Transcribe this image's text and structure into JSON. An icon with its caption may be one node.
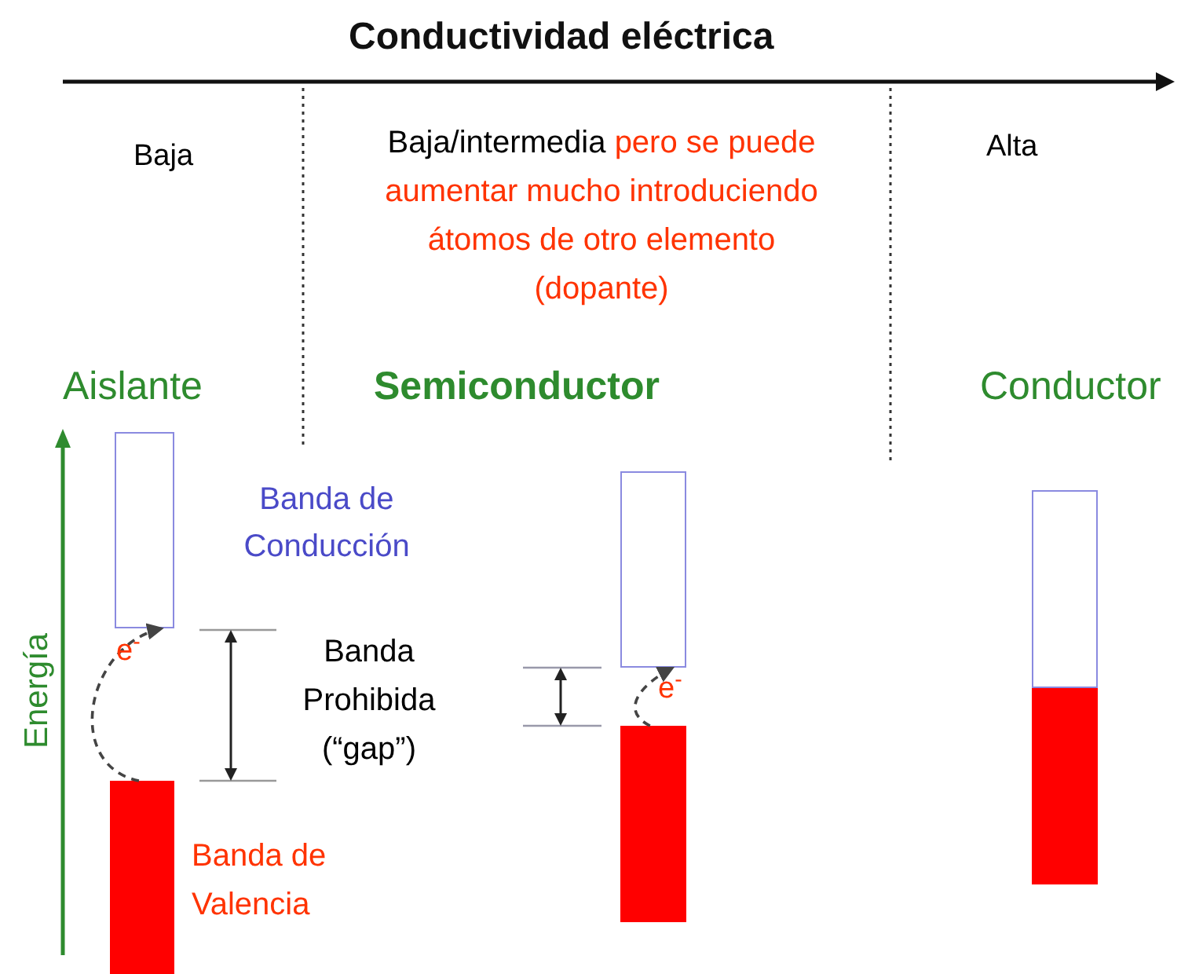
{
  "diagram": {
    "title": "Conductividad eléctrica",
    "nodes": [
      {
        "text": [],
        "shape": "box"
      },
      {
        "text": [],
        "shape": "bar"
      },
      {
        "text": [],
        "shape": "box"
      },
      {
        "text": [],
        "shape": "bar"
      },
      {
        "text": [],
        "shape": "box"
      },
      {
        "text": [],
        "shape": "bar"
      }
    ],
    "edges": [
      {
        "from": 1,
        "to": 0,
        "arrow": "to",
        "style": "dashed"
      },
      {
        "from": 3,
        "to": 2,
        "arrow": "to",
        "style": "dashed"
      }
    ],
    "labels": [
      "Baja",
      "Baja/intermedia",
      "pero se puede aumentar mucho introduciendo átomos de otro elemento (dopante)",
      "Alta",
      "Aislante",
      "Semiconductor",
      "Conductor",
      "Banda de Conducción",
      "e$^{-}$",
      "Energía",
      "Banda Prohibida (“gap”)",
      "e$^{-}$",
      "Banda de Valencia"
    ]
  }
}
